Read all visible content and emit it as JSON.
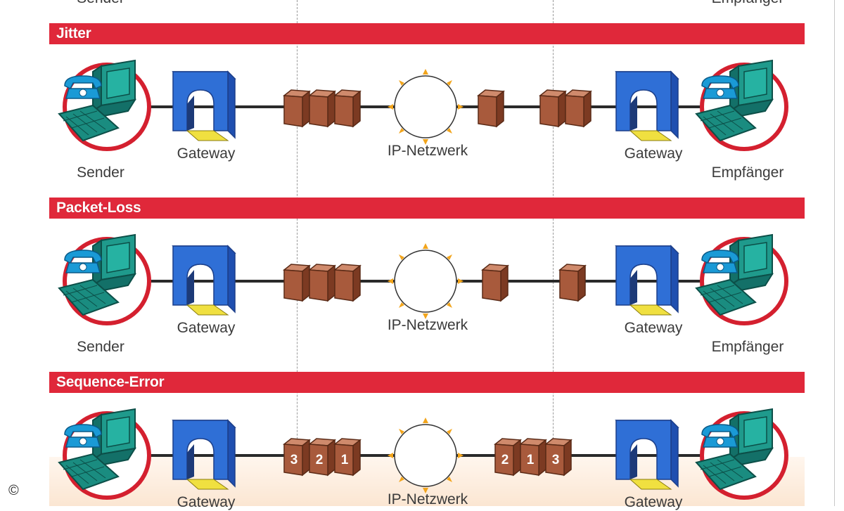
{
  "top_partial": {
    "left_label": "Sender",
    "right_label": "Empfänger"
  },
  "rows": [
    {
      "title": "Jitter",
      "labels": {
        "sender": "Sender",
        "gateway_left": "Gateway",
        "network": "IP-Netzwerk",
        "gateway_right": "Gateway",
        "receiver": "Empfänger"
      },
      "packet_numbers_left": [],
      "packet_numbers_right": []
    },
    {
      "title": "Packet-Loss",
      "labels": {
        "sender": "Sender",
        "gateway_left": "Gateway",
        "network": "IP-Netzwerk",
        "gateway_right": "Gateway",
        "receiver": "Empfänger"
      },
      "packet_numbers_left": [],
      "packet_numbers_right": []
    },
    {
      "title": "Sequence-Error",
      "labels": {
        "gateway_left": "Gateway",
        "network": "IP-Netzwerk",
        "gateway_right": "Gateway"
      },
      "packet_numbers_left": [
        "3",
        "2",
        "1"
      ],
      "packet_numbers_right": [
        "2",
        "1",
        "3"
      ]
    }
  ],
  "footer": {
    "copyright": "©"
  },
  "colors": {
    "red_bar": "#e0283a",
    "gateway_blue": "#2f6fd6",
    "packet_brown": "#a85a3c",
    "computer_teal": "#1a8c80",
    "phone_blue": "#1a9ad6",
    "spark_orange": "#f2a51c"
  }
}
